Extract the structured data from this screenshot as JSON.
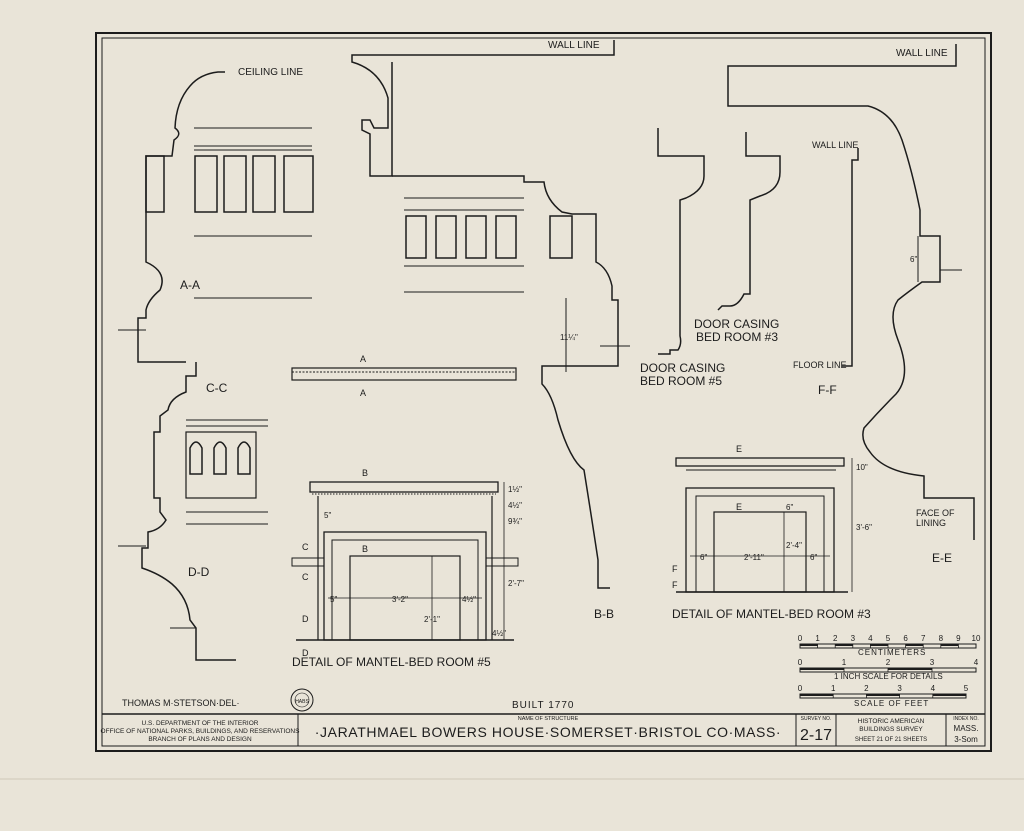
{
  "labels": {
    "wall_line_top": "WALL LINE",
    "wall_line_right": "WALL LINE",
    "wall_line_ff": "WALL LINE",
    "ceiling_line": "CEILING LINE",
    "floor_line": "FLOOR LINE",
    "face_of_lining_1": "FACE OF",
    "face_of_lining_2": "LINING",
    "section_aa": "A-A",
    "section_bb": "B-B",
    "section_cc": "C-C",
    "section_dd": "D-D",
    "section_ee": "E-E",
    "section_ff": "F-F",
    "mark_a": "A",
    "mark_b": "B",
    "mark_c": "C",
    "mark_d": "D",
    "mark_e": "E",
    "mark_f": "F",
    "door_casing_3_l1": "DOOR CASING",
    "door_casing_3_l2": "BED ROOM #3",
    "door_casing_5_l1": "DOOR CASING",
    "door_casing_5_l2": "BED ROOM #5",
    "mantel_5": "DETAIL OF MANTEL-BED ROOM #5",
    "mantel_3": "DETAIL OF MANTEL-BED ROOM #3"
  },
  "dimensions": {
    "bb_height": "11¼\"",
    "m5_top": "5\"",
    "m5_side": "5\"",
    "m5_opening": "3'-2\"",
    "m5_right": "4½\"",
    "m5_height": "2'-7\"",
    "m5_inner": "2'-1\"",
    "m5_frieze": "9¾\"",
    "m5_shelf": "1½\"",
    "m5_cap": "4½\"",
    "m5_base": "4½\"",
    "m3_side": "6\"",
    "m3_opening": "2'-11\"",
    "m3_right": "6\"",
    "m3_height": "3'-6\"",
    "m3_inner": "2'-4\"",
    "m3_top": "10\"",
    "m3_frieze": "6\"",
    "ee_height": "6\""
  },
  "scales": {
    "centimeters_ticks": [
      "0",
      "1",
      "2",
      "3",
      "4",
      "5",
      "6",
      "7",
      "8",
      "9",
      "10"
    ],
    "centimeters_label": "CENTIMETERS",
    "inch_ticks": [
      "0",
      "1",
      "2",
      "3",
      "4"
    ],
    "inch_label": "1 INCH SCALE FOR DETAILS",
    "feet_ticks": [
      "0",
      "1",
      "2",
      "3",
      "4",
      "5"
    ],
    "feet_label": "SCALE OF FEET"
  },
  "credits": {
    "delineator": "THOMAS M·STETSON·DEL·",
    "seal": "HABS",
    "built": "BUILT 1770"
  },
  "title_block": {
    "agency_1": "U.S. DEPARTMENT OF THE INTERIOR",
    "agency_2": "OFFICE OF NATIONAL PARKS, BUILDINGS, AND RESERVATIONS",
    "agency_3": "BRANCH OF PLANS AND DESIGN",
    "name_caption": "NAME OF STRUCTURE",
    "name": "·JARATHMAEL BOWERS HOUSE·SOMERSET·BRISTOL CO·MASS·",
    "survey_caption": "SURVEY NO.",
    "survey_no": "2-17",
    "habs_1": "HISTORIC AMERICAN",
    "habs_2": "BUILDINGS SURVEY",
    "sheet_of": "SHEET 21 OF 21 SHEETS",
    "index_caption": "INDEX NO.",
    "index_1": "MASS.",
    "index_2": "3-Som"
  }
}
